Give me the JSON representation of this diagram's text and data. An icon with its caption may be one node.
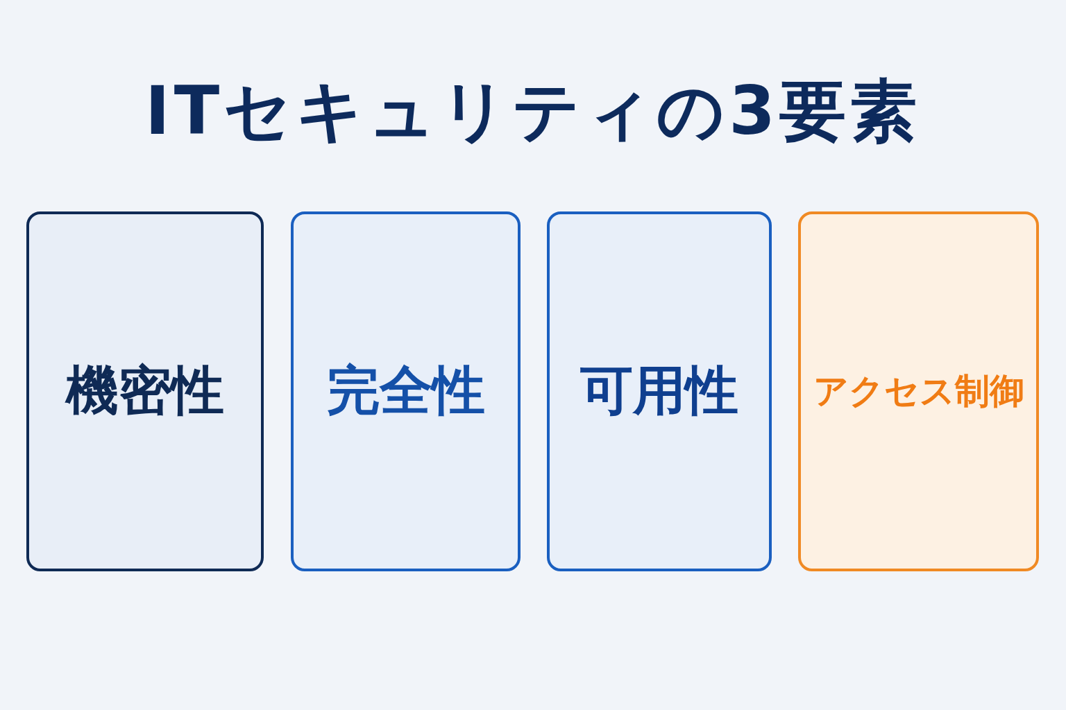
{
  "diagram": {
    "title": "ITセキュリティの3要素",
    "nodes": [
      {
        "text": [
          "機密性"
        ]
      },
      {
        "text": [
          "完全性"
        ]
      },
      {
        "text": [
          "可用性"
        ]
      },
      {
        "text": [
          "アクセス制御"
        ]
      }
    ]
  }
}
